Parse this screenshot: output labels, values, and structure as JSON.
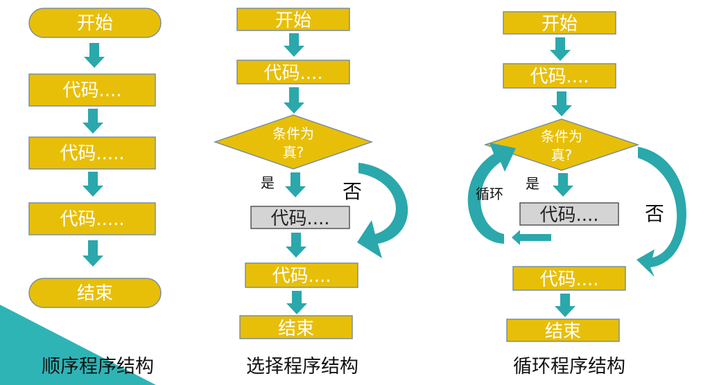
{
  "colors": {
    "node_fill": "#E8BF08",
    "node_stroke": "#7A8E9C",
    "gray_fill": "#D4D4D4",
    "gray_stroke": "#555555",
    "arrow": "#2AA8AC",
    "corner": "#2FB4B6"
  },
  "sequence": {
    "caption": "顺序程序结构",
    "start": "开始",
    "code1": "代码....",
    "code2": "代码.....",
    "code3": "代码.....",
    "end": "结束"
  },
  "selection": {
    "caption": "选择程序结构",
    "start": "开始",
    "code1": "代码....",
    "cond_line1": "条件为",
    "cond_line2": "真?",
    "yes": "是",
    "no": "否",
    "branch_code": "代码....",
    "code2": "代码....",
    "end": "结束"
  },
  "loop": {
    "caption": "循环程序结构",
    "start": "开始",
    "code1": "代码....",
    "cond_line1": "条件为",
    "cond_line2": "真?",
    "yes": "是",
    "loop_label": "循环",
    "no": "否",
    "body_code": "代码....",
    "code2": "代码....",
    "end": "结束"
  }
}
